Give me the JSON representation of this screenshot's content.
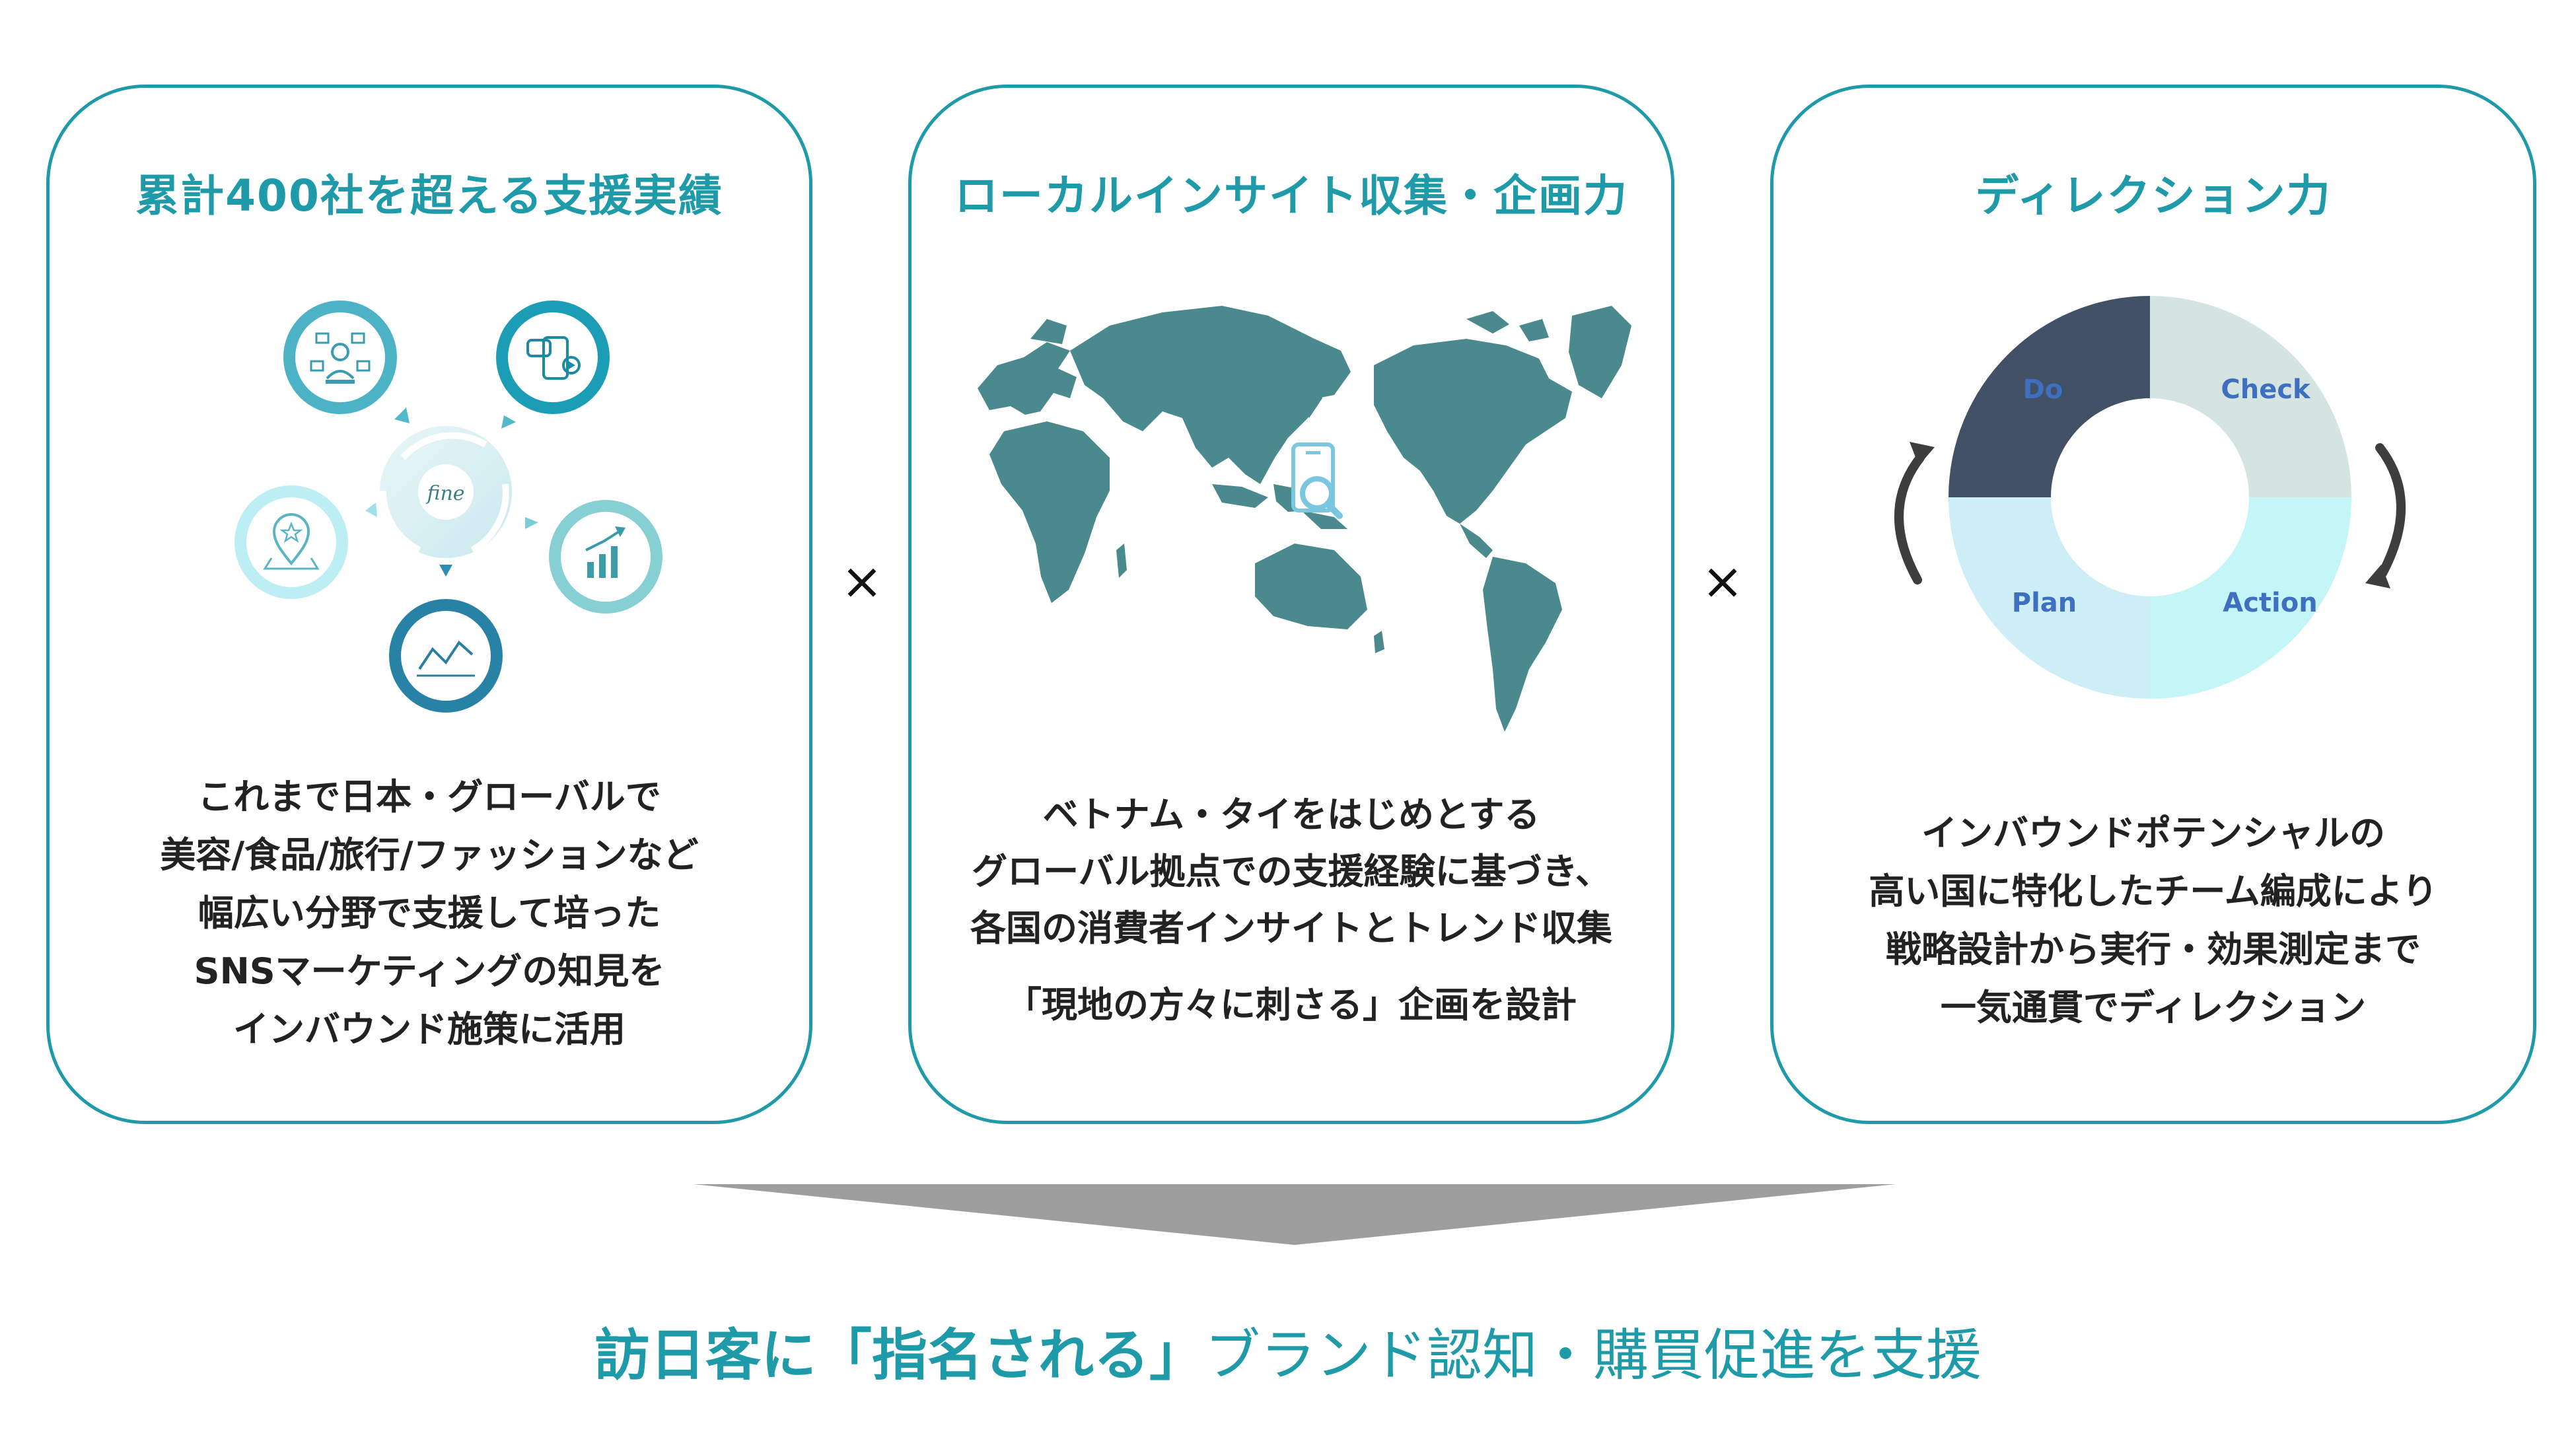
{
  "cards": [
    {
      "title": "累計400社を超える支援実績",
      "lines": [
        "これまで日本・グローバルで",
        "美容/食品/旅行/ファッションなど",
        "幅広い分野で支援して培った",
        "SNSマーケティングの知見を",
        "インバウンド施策に活用"
      ],
      "hub_logo": "fine",
      "icons": [
        "meeting-icon",
        "smartphone-chat-icon",
        "bar-chart-up-icon",
        "line-graph-icon",
        "map-pin-star-icon"
      ]
    },
    {
      "title": "ローカルインサイト収集・企画力",
      "lines": [
        "ベトナム・タイをはじめとする",
        "グローバル拠点での支援経験に基づき、",
        "各国の消費者インサイトとトレンド収集"
      ],
      "extra_line": "「現地の方々に刺さる」企画を設計",
      "icons": [
        "world-map-icon",
        "phone-search-icon"
      ]
    },
    {
      "title": "ディレクション力",
      "lines": [
        "インバウンドポテンシャルの",
        "高い国に特化したチーム編成により",
        "戦略設計から実行・効果測定まで",
        "一気通貫でディレクション"
      ],
      "pdca": {
        "do": "Do",
        "check": "Check",
        "plan": "Plan",
        "action": "Action"
      },
      "colors": {
        "do": "#435167",
        "check": "#d3e4e1",
        "plan": "#cdeef7",
        "action": "#c4f5f7"
      },
      "icons": [
        "cycle-arrow-left-icon",
        "cycle-arrow-right-icon"
      ]
    }
  ],
  "operator": "×",
  "bottom": {
    "part1": "訪日客に「指名される」",
    "part2": "ブランド認知・購買促進を支援"
  },
  "colors": {
    "accent": "#1e9aa8",
    "text": "#222222",
    "map": "#4a8a8f",
    "arrow": "#9e9e9e"
  }
}
